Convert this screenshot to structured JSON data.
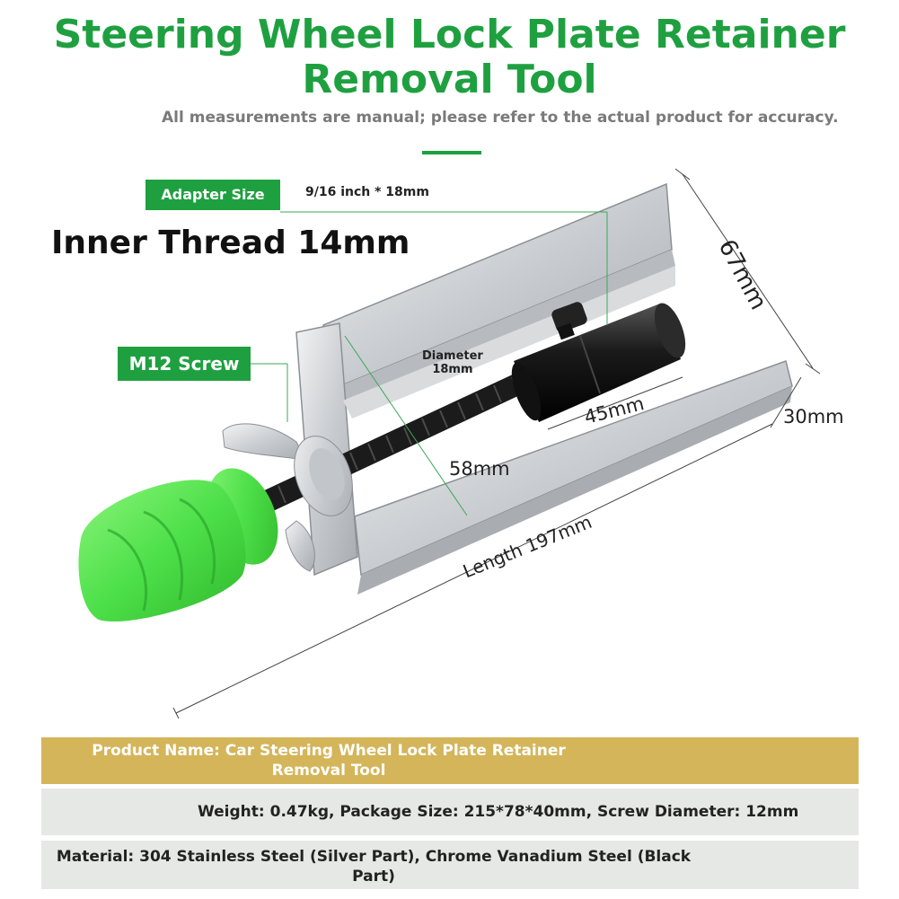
{
  "header": {
    "title": "Steering Wheel Lock Plate Retainer Removal Tool",
    "subtitle": "All measurements are manual; please refer to the actual product for accuracy."
  },
  "callouts": {
    "adapter_label": "Adapter Size",
    "adapter_value": "9/16 inch * 18mm",
    "inner_thread": "Inner Thread 14mm",
    "m12_label": "M12 Screw",
    "diameter_line1": "Diameter",
    "diameter_line2": "18mm"
  },
  "dimensions": {
    "height": "67mm",
    "depth": "30mm",
    "sleeve": "45mm",
    "inner": "58mm",
    "length": "Length 197mm"
  },
  "specs": {
    "product_name_line1": "Product Name: Car Steering Wheel Lock Plate Retainer",
    "product_name_line2": "Removal Tool",
    "weight": "Weight: 0.47kg, Package Size: 215*78*40mm, Screw Diameter: 12mm",
    "material_line1": "Material: 304 Stainless Steel (Silver Part), Chrome Vanadium Steel (Black",
    "material_line2": "Part)"
  },
  "colors": {
    "brand_green": "#1fa040",
    "handle_green": "#4ee04a",
    "gold_band": "#d4b55a",
    "grey_band": "#e6e8e5"
  }
}
